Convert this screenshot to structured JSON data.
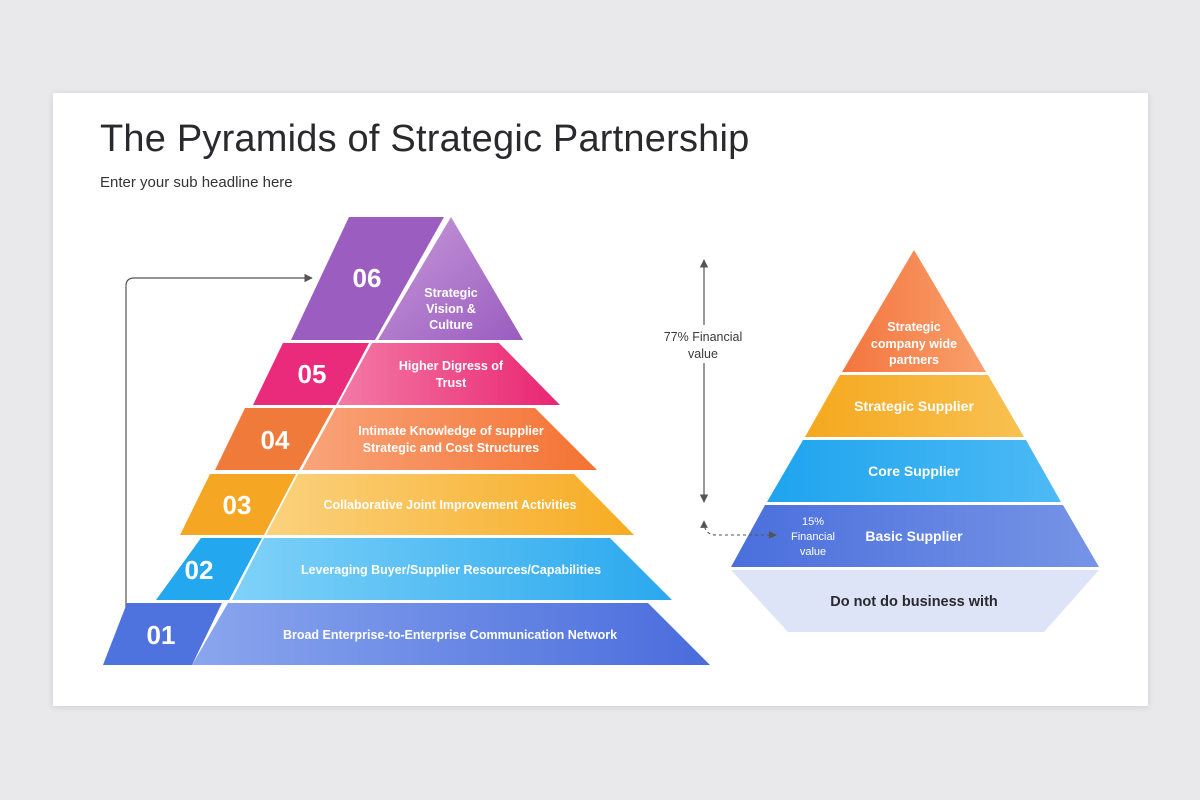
{
  "header": {
    "title": "The Pyramids of Strategic Partnership",
    "subtitle": "Enter your sub headline here"
  },
  "left_pyramid": {
    "levels": [
      {
        "number": "01",
        "lines": [
          "Broad Enterprise-to-Enterprise  Communication Network"
        ],
        "color": "#4f73de"
      },
      {
        "number": "02",
        "lines": [
          "Leveraging Buyer/Supplier Resources/Capabilities"
        ],
        "color": "#23a7ee"
      },
      {
        "number": "03",
        "lines": [
          "Collaborative Joint Improvement Activities"
        ],
        "color": "#f5a623"
      },
      {
        "number": "04",
        "lines": [
          "Intimate Knowledge of supplier",
          "Strategic and Cost Structures"
        ],
        "color": "#f07a3a"
      },
      {
        "number": "05",
        "lines": [
          "Higher Digress of",
          "Trust"
        ],
        "color": "#ea2a7a"
      },
      {
        "number": "06",
        "lines": [
          "Strategic",
          "Vision &",
          "Culture"
        ],
        "color": "#9b5ec0"
      }
    ]
  },
  "right_pyramid": {
    "levels": [
      {
        "lines": [
          "Strategic",
          "company wide",
          "partners"
        ],
        "color": "#f47f45"
      },
      {
        "lines": [
          "Strategic Supplier"
        ],
        "color": "#f6ac27"
      },
      {
        "lines": [
          "Core Supplier"
        ],
        "color": "#23a7ee"
      },
      {
        "lines": [
          "Basic Supplier"
        ],
        "color": "#4f73de"
      }
    ],
    "base": {
      "lines": [
        "Do not do business with"
      ],
      "color": "#dde4f7",
      "text_color": "#2a2a2e"
    },
    "annotation_top": [
      "77% Financial",
      "value"
    ],
    "annotation_bottom": [
      "15%",
      "Financial",
      "value"
    ]
  }
}
